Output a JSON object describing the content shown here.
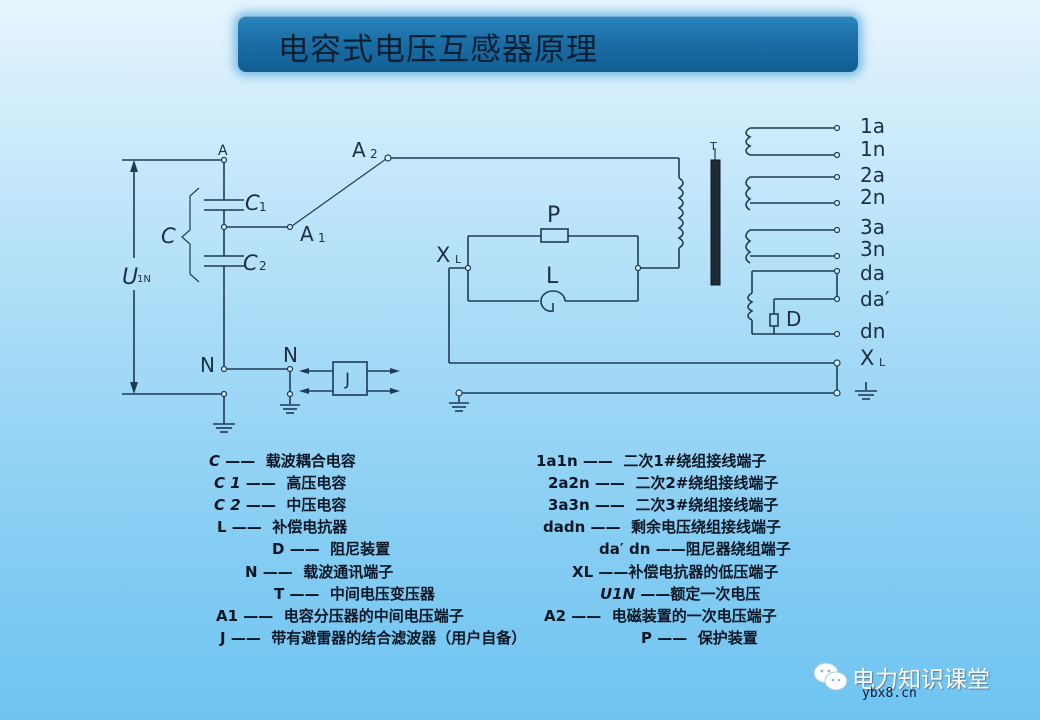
{
  "title": "电容式电压互感器原理",
  "diagram": {
    "labels": {
      "A": "A",
      "A2": "A",
      "A2_sub": "2",
      "A1": "A",
      "A1_sub": "1",
      "C": "C",
      "C1": "C",
      "C1_sub": "1",
      "C2": "C",
      "C2_sub": "2",
      "U": "U",
      "U_sub": "1N",
      "N_left": "N",
      "N_right": "N",
      "J": "J",
      "P": "P",
      "L": "L",
      "XL": "X",
      "XL_sub": "L",
      "T": "T",
      "D": "D",
      "XL_right": "X",
      "XL_right_sub": "L"
    },
    "terminals": [
      "1a",
      "1n",
      "2a",
      "2n",
      "3a",
      "3n",
      "da",
      "da′",
      "dn"
    ]
  },
  "legend": {
    "left": [
      {
        "sym": "C",
        "dash": "——",
        "desc": "载波耦合电容"
      },
      {
        "sym": "C 1",
        "dash": "——",
        "desc": "高压电容"
      },
      {
        "sym": "C 2",
        "dash": "——",
        "desc": "中压电容"
      },
      {
        "sym": "L",
        "dash": "——",
        "desc": "补偿电抗器"
      },
      {
        "sym": "D",
        "dash": "——",
        "desc": "阻尼装置"
      },
      {
        "sym": "N",
        "dash": "——",
        "desc": "载波通讯端子"
      },
      {
        "sym": "T",
        "dash": "——",
        "desc": "中间电压变压器"
      },
      {
        "sym": "A1",
        "dash": "——",
        "desc": "电容分压器的中间电压端子"
      },
      {
        "sym": "J",
        "dash": "——",
        "desc": "带有避雷器的结合滤波器（用户自备）"
      }
    ],
    "right": [
      {
        "sym": "1a1n",
        "dash": "——",
        "desc": "二次1#绕组接线端子"
      },
      {
        "sym": "2a2n",
        "dash": "——",
        "desc": "二次2#绕组接线端子"
      },
      {
        "sym": "3a3n",
        "dash": "——",
        "desc": "二次3#绕组接线端子"
      },
      {
        "sym": "dadn",
        "dash": "——",
        "desc": "剩余电压绕组接线端子"
      },
      {
        "sym": "da′ dn",
        "dash": "——",
        "desc": "阻尼器绕组端子"
      },
      {
        "sym": "XL",
        "dash": "——",
        "desc": "补偿电抗器的低压端子"
      },
      {
        "sym": "U1N",
        "dash": "——",
        "desc": "额定一次电压"
      },
      {
        "sym": "A2",
        "dash": "——",
        "desc": "电磁装置的一次电压端子"
      },
      {
        "sym": "P",
        "dash": "——",
        "desc": "保护装置"
      }
    ]
  },
  "watermark": {
    "name": "电力知识课堂",
    "url": "ybx8.cn"
  }
}
